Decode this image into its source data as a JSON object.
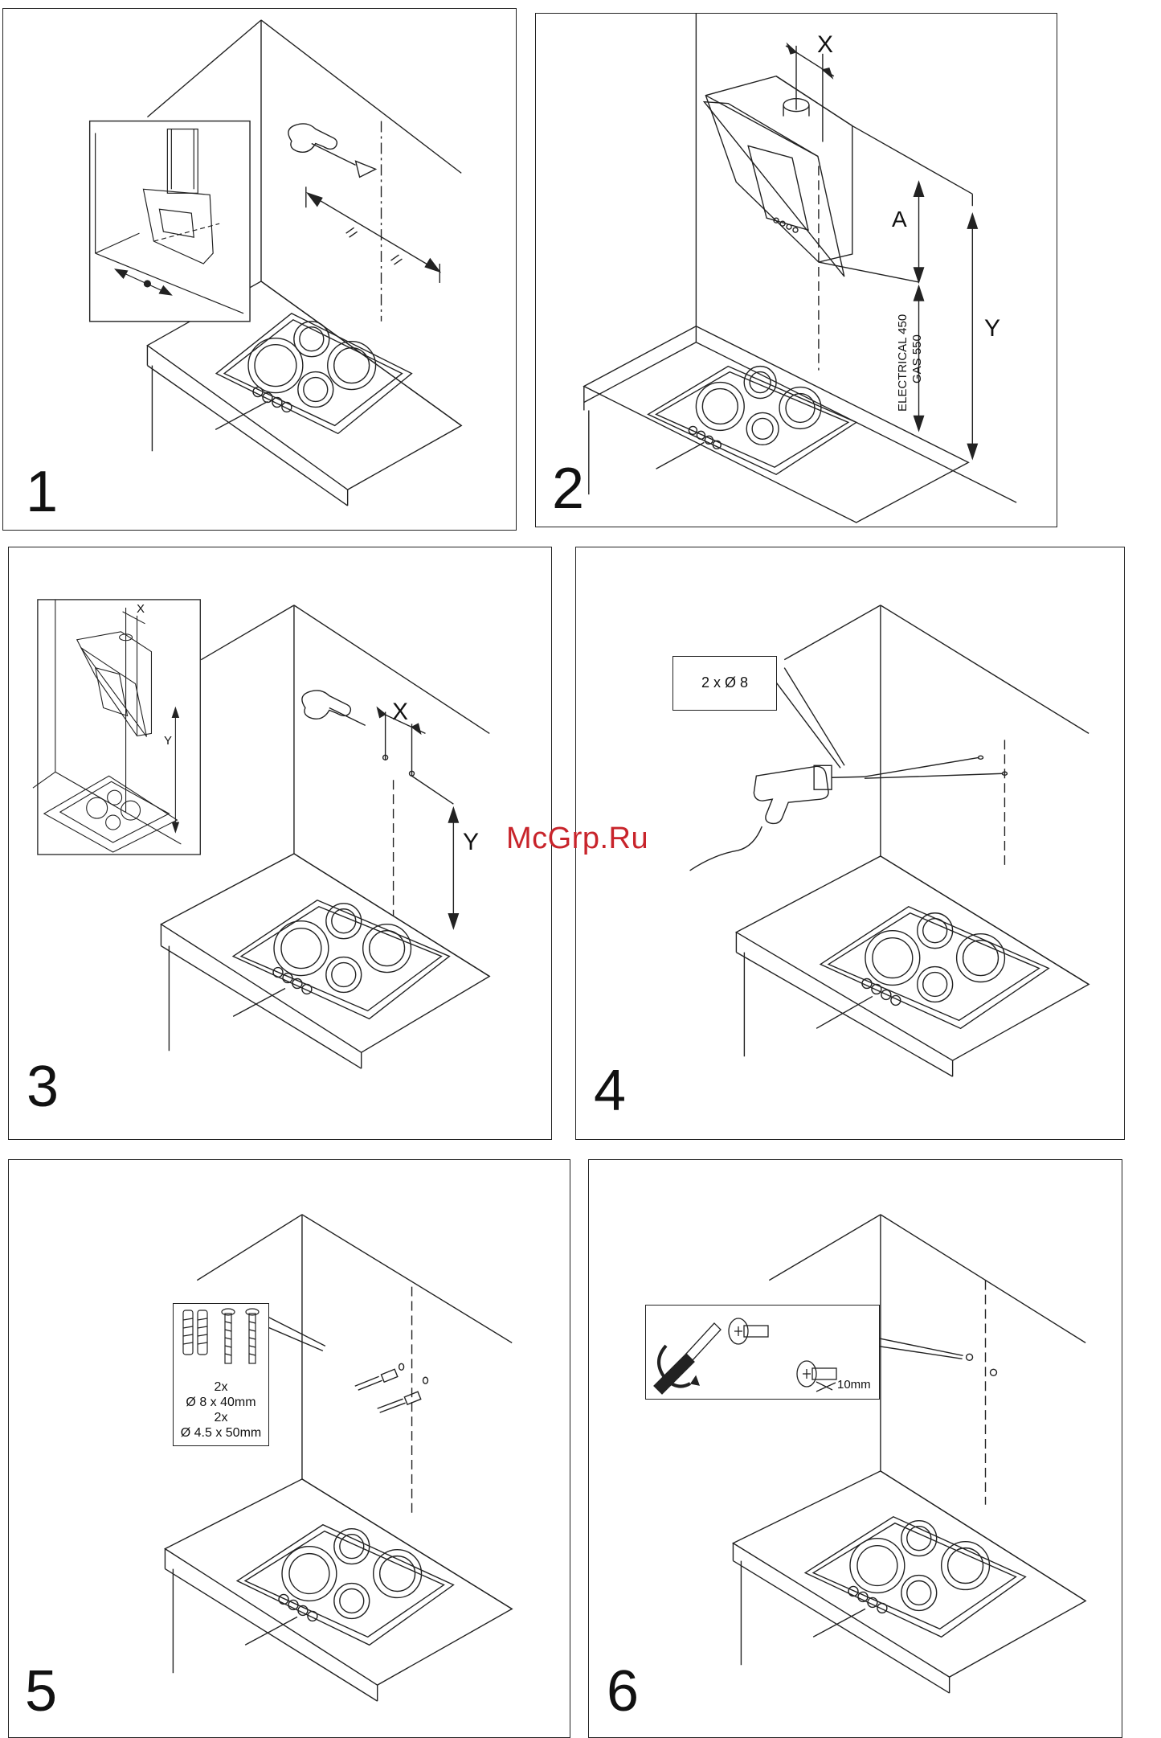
{
  "steps": [
    {
      "number": "1"
    },
    {
      "number": "2",
      "labels": {
        "x": "X",
        "a": "A",
        "y": "Y",
        "electrical": "ELECTRICAL 450",
        "gas": "GAS 550"
      }
    },
    {
      "number": "3",
      "labels": {
        "inset_x": "X",
        "inset_y": "Y",
        "x": "X",
        "y": "Y"
      }
    },
    {
      "number": "4",
      "callout": "2 x Ø 8"
    },
    {
      "number": "5",
      "callout": [
        "2x",
        "Ø 8 x 40mm",
        "2x",
        "Ø 4.5 x 50mm"
      ]
    },
    {
      "number": "6",
      "callout_measure": "10mm"
    }
  ],
  "watermark": "McGrp.Ru"
}
